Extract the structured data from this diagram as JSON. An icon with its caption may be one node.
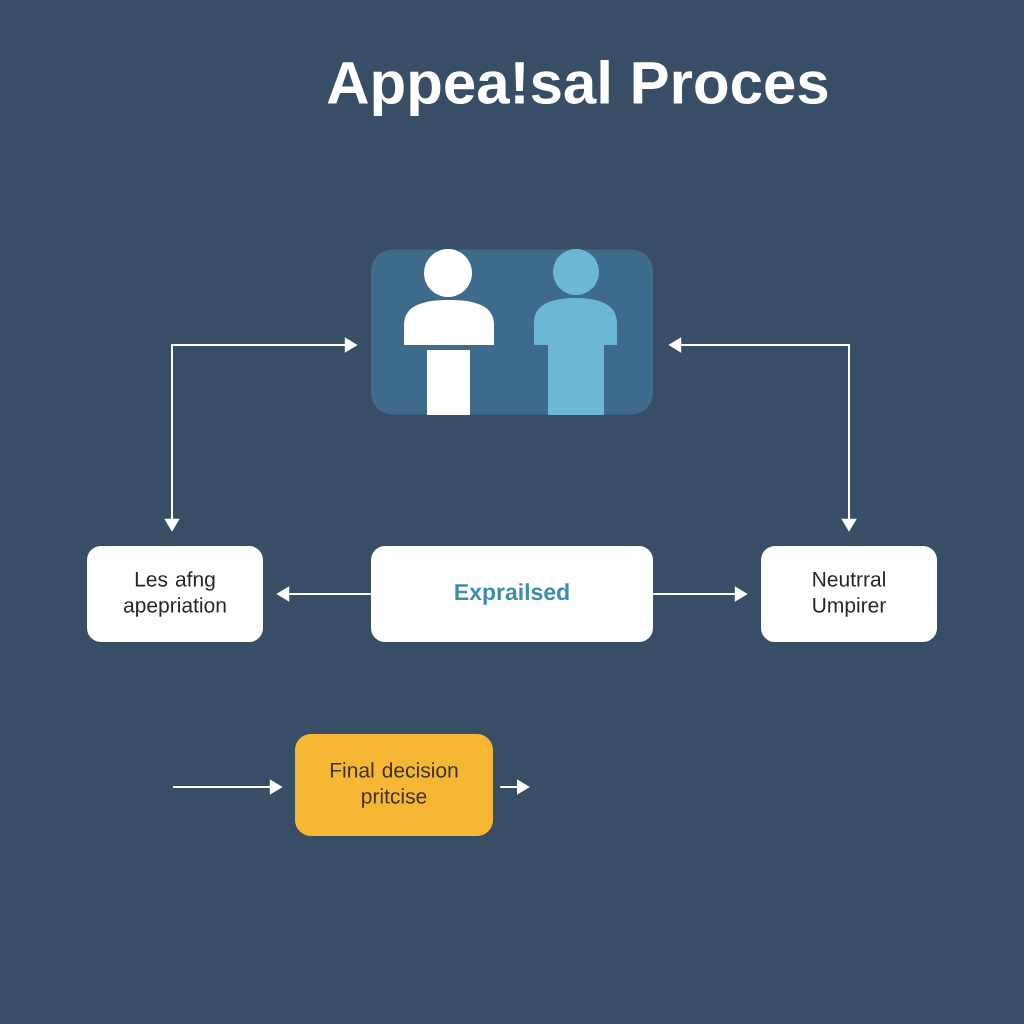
{
  "diagram": {
    "title": "Appea!sal Proces",
    "nodes": [
      {
        "text": [],
        "shape": "picture"
      },
      {
        "text": [
          "Les afng apepriation"
        ]
      },
      {
        "text": [
          "Exprailsed"
        ]
      },
      {
        "text": [
          "Neutrral Umpirer"
        ]
      },
      {
        "text": [
          "Final decision pritcise"
        ]
      }
    ],
    "edges": [
      {
        "from": 0,
        "to": 1,
        "arrow": "both"
      },
      {
        "from": 0,
        "to": 3,
        "arrow": "both"
      },
      {
        "from": 2,
        "to": 1,
        "arrow": "to"
      },
      {
        "from": 2,
        "to": 3,
        "arrow": "to"
      },
      {
        "from": null,
        "to": 4,
        "arrow": "to"
      },
      {
        "from": 4,
        "to": null,
        "arrow": "to"
      }
    ]
  }
}
